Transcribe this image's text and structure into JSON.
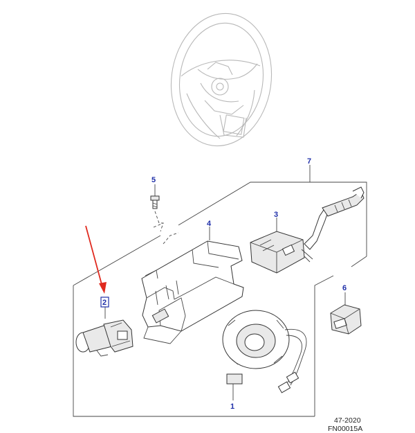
{
  "callouts": {
    "c1": "1",
    "c2": "2",
    "c3": "3",
    "c4": "4",
    "c5": "5",
    "c6": "6",
    "c7": "7"
  },
  "reference": {
    "section": "47-2020",
    "figure": "FN00015A"
  },
  "colors": {
    "callout_text": "#1f2fa8",
    "highlight_box": "#1f2fa8",
    "arrow": "#e0291e",
    "line_art": "#333333",
    "ghost_art": "#b8b8b8"
  },
  "highlighted_callout": "2"
}
